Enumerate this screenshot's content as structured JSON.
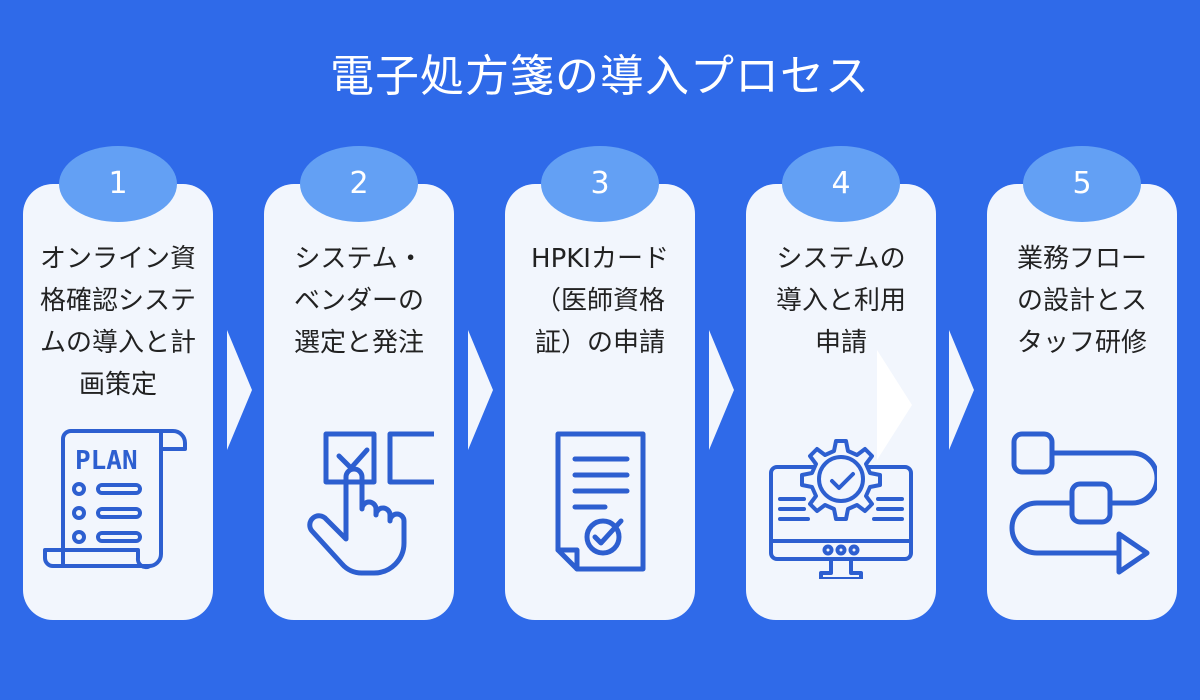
{
  "title": "電子処方箋の導入プロセス",
  "steps": [
    {
      "number": "1",
      "label": "オンライン資\n格確認システ\nムの導入と計\n画策定",
      "icon": "plan-document-icon",
      "icon_text": "PLAN"
    },
    {
      "number": "2",
      "label": "システム・\nベンダーの\n選定と発注",
      "icon": "checkbox-select-hand-icon"
    },
    {
      "number": "3",
      "label": "HPKIカード\n（医師資格\n証）の申請",
      "icon": "certificate-document-icon"
    },
    {
      "number": "4",
      "label": "システムの\n導入と利用\n申請",
      "icon": "monitor-gear-icon"
    },
    {
      "number": "5",
      "label": "業務フロー\nの設計とス\nタッフ研修",
      "icon": "workflow-icon"
    }
  ],
  "colors": {
    "background": "#2f6ae9",
    "card": "#f2f6fd",
    "badge": "#63a0f4",
    "icon": "#2d5fd0"
  }
}
